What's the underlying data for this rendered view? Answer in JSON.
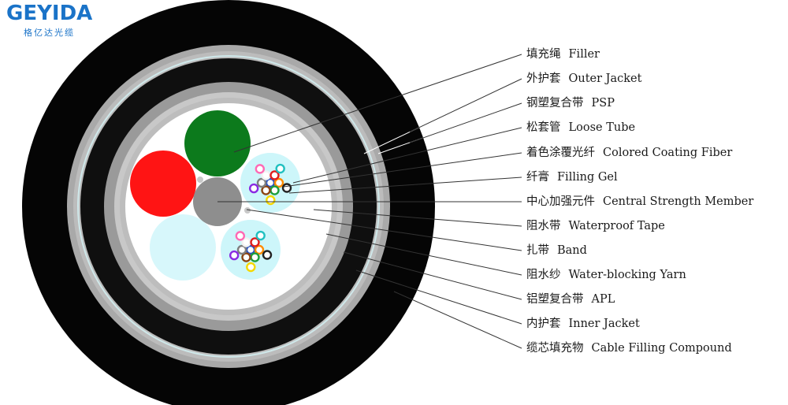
{
  "logo": {
    "brand": "GEYIDA",
    "subtitle": "格亿达光缆"
  },
  "colors": {
    "outer_jacket": "#050505",
    "psp": "#a9a9a9",
    "inner_jacket": "#0f0f0f",
    "water_blocking_layer": "#cfe8ea",
    "apl": "#9a9a9a",
    "core_fill": "#ffffff",
    "green_filler": "#0c7a1c",
    "red_filler": "#ff1414",
    "tube_gel": "#cdf6fa",
    "strength_member": "#8e8e8e",
    "leader_line": "#333333"
  },
  "labels": [
    {
      "cn": "填充绳",
      "en": "Filler"
    },
    {
      "cn": "外护套",
      "en": "Outer Jacket"
    },
    {
      "cn": "钢塑复合带",
      "en": "PSP"
    },
    {
      "cn": "松套管",
      "en": "Loose Tube"
    },
    {
      "cn": "着色涂覆光纤",
      "en": "Colored Coating Fiber"
    },
    {
      "cn": "纤膏",
      "en": "Filling Gel"
    },
    {
      "cn": "中心加强元件",
      "en": "Central Strength Member"
    },
    {
      "cn": "阻水带",
      "en": "Waterproof Tape"
    },
    {
      "cn": "扎带",
      "en": "Band"
    },
    {
      "cn": "阻水纱",
      "en": "Water-blocking Yarn"
    },
    {
      "cn": "铝塑复合带",
      "en": "APL"
    },
    {
      "cn": "内护套",
      "en": "Inner Jacket"
    },
    {
      "cn": "缆芯填充物",
      "en": "Cable Filling Compound"
    }
  ]
}
